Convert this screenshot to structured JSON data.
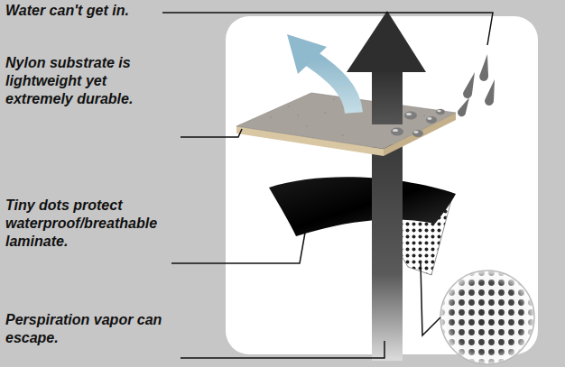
{
  "diagram": {
    "labels": [
      "Water can't get in.",
      "Nylon substrate is lightweight yet extremely durable.",
      "Tiny dots protect waterproof/breathable laminate.",
      "Perspiration vapor can escape."
    ]
  }
}
